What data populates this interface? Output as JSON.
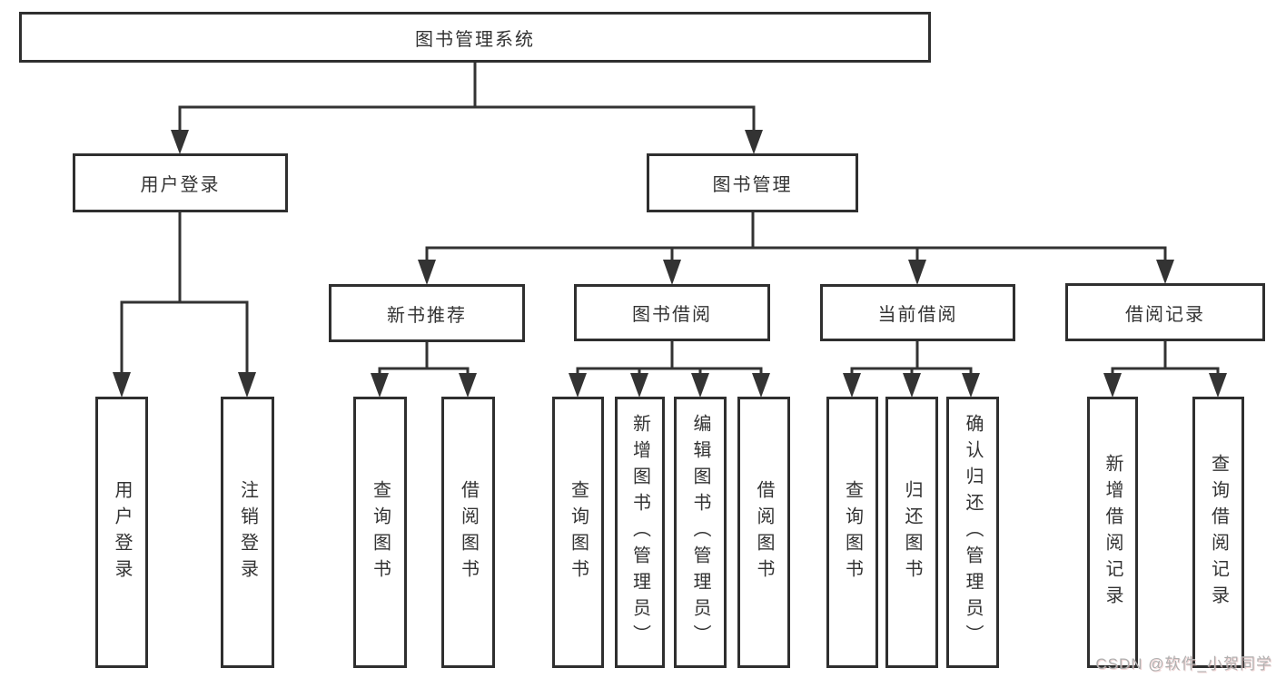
{
  "diagram": {
    "root": "图书管理系统",
    "level2": [
      {
        "id": "user_login",
        "label": "用户登录"
      },
      {
        "id": "book_management",
        "label": "图书管理"
      }
    ],
    "level3": [
      {
        "id": "new_book_recommend",
        "label": "新书推荐",
        "parent": "图书管理"
      },
      {
        "id": "book_borrow",
        "label": "图书借阅",
        "parent": "图书管理"
      },
      {
        "id": "current_borrow",
        "label": "当前借阅",
        "parent": "图书管理"
      },
      {
        "id": "borrow_record",
        "label": "借阅记录",
        "parent": "图书管理"
      }
    ],
    "leaves": {
      "user_login": [
        "用户登录",
        "注销登录"
      ],
      "new_book_recommend": [
        "查询图书",
        "借阅图书"
      ],
      "book_borrow": [
        "查询图书",
        "新增图书（管理员）",
        "编辑图书（管理员）",
        "借阅图书"
      ],
      "current_borrow": [
        "查询图书",
        "归还图书",
        "确认归还（管理员）"
      ],
      "borrow_record": [
        "新增借阅记录",
        "查询借阅记录"
      ]
    }
  },
  "watermark": {
    "text": "CSDN @软件_小贺同学"
  },
  "colors": {
    "box_border": "#2f2f2f",
    "connector_line": "#333333",
    "text": "#333333",
    "watermark_text": "#b0b0b0",
    "background": "#ffffff"
  }
}
